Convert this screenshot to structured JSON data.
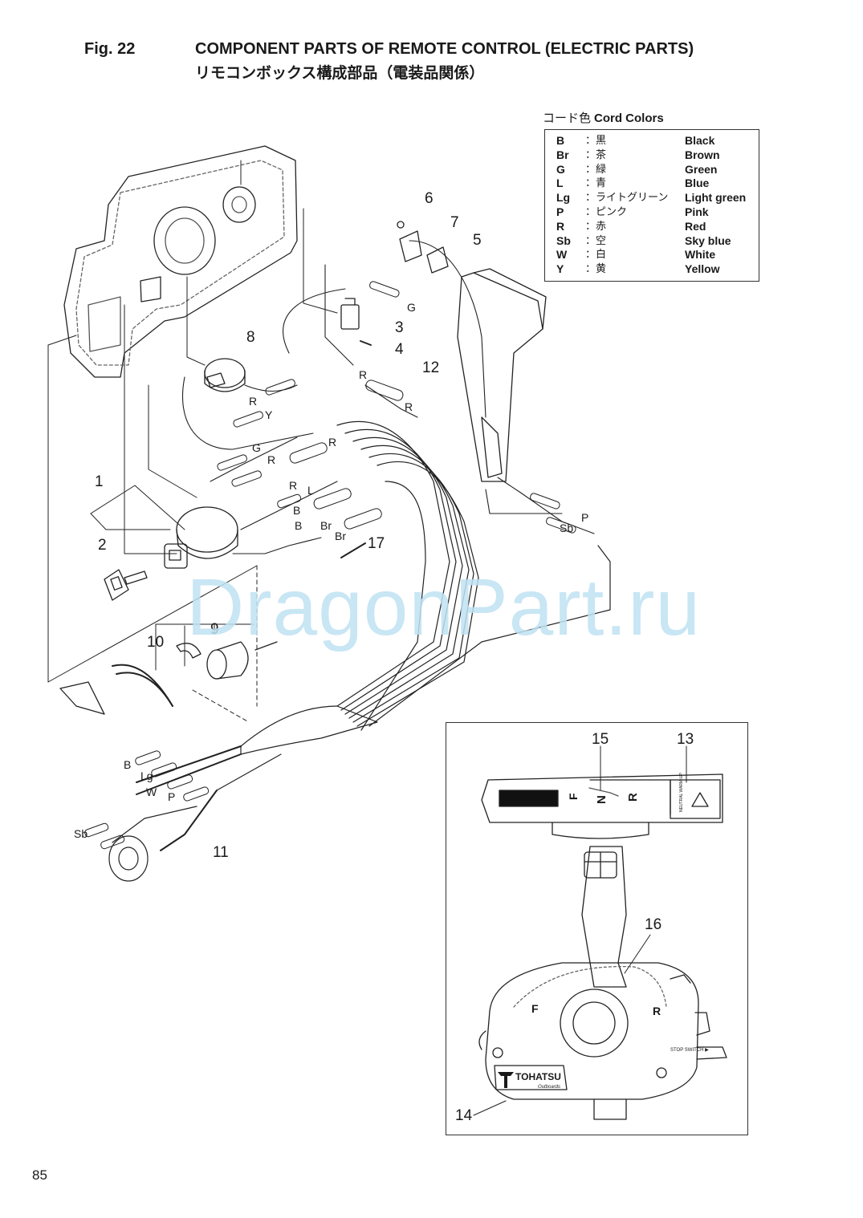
{
  "header": {
    "fig_number": "Fig. 22",
    "title_en": "COMPONENT PARTS OF REMOTE CONTROL (ELECTRIC PARTS)",
    "title_jp": "リモコンボックス構成部品（電装品関係）"
  },
  "cord_colors": {
    "title_jp": "コード色",
    "title_en": "Cord Colors",
    "rows": [
      {
        "code": "B",
        "jp": "：黒",
        "en": "Black"
      },
      {
        "code": "Br",
        "jp": "：茶",
        "en": "Brown"
      },
      {
        "code": "G",
        "jp": "：緑",
        "en": "Green"
      },
      {
        "code": "L",
        "jp": "：青",
        "en": "Blue"
      },
      {
        "code": "Lg",
        "jp": "：ライトグリーン",
        "en": "Light green"
      },
      {
        "code": "P",
        "jp": "：ピンク",
        "en": "Pink"
      },
      {
        "code": "R",
        "jp": "：赤",
        "en": "Red"
      },
      {
        "code": "Sb",
        "jp": "：空",
        "en": "Sky blue"
      },
      {
        "code": "W",
        "jp": "：白",
        "en": "White"
      },
      {
        "code": "Y",
        "jp": "：黄",
        "en": "Yellow"
      }
    ]
  },
  "callouts": [
    "1",
    "2",
    "3",
    "4",
    "5",
    "6",
    "7",
    "8",
    "9",
    "10",
    "11",
    "12",
    "13",
    "14",
    "15",
    "16",
    "17"
  ],
  "wire_labels": [
    "G",
    "R",
    "R",
    "Y",
    "G",
    "R",
    "R",
    "R",
    "L",
    "B",
    "B",
    "Br",
    "Br",
    "P",
    "Sb",
    "R",
    "B",
    "Lg",
    "W",
    "P",
    "Sb"
  ],
  "inset": {
    "shift_f": "F",
    "shift_n": "N",
    "shift_r": "R",
    "neutral_label": "NEUTRAL WARM-UP",
    "handle_f": "F",
    "handle_r": "R",
    "stop_switch": "STOP SWITCH ▶",
    "brand": "TOHATSU",
    "brand_sub": "Outboards"
  },
  "watermark": "DragonPart.ru",
  "page_number": "85"
}
